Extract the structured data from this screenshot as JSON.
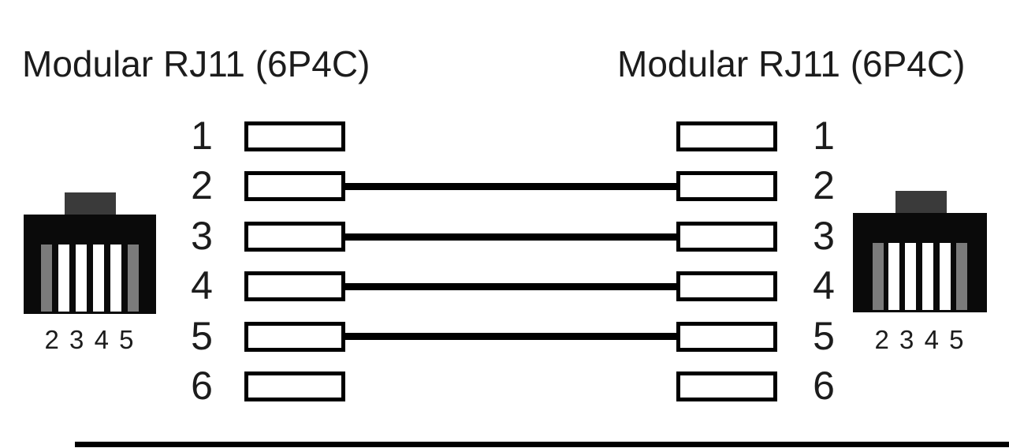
{
  "left_connector": {
    "title": "Modular RJ11 (6P4C)",
    "pin_numbers": [
      "1",
      "2",
      "3",
      "4",
      "5",
      "6"
    ],
    "contact_label": "2 3 4 5"
  },
  "right_connector": {
    "title": "Modular RJ11 (6P4C)",
    "pin_numbers": [
      "1",
      "2",
      "3",
      "4",
      "5",
      "6"
    ],
    "contact_label": "2 3 4 5"
  },
  "connections": [
    {
      "from_pin": "2",
      "to_pin": "2"
    },
    {
      "from_pin": "3",
      "to_pin": "3"
    },
    {
      "from_pin": "4",
      "to_pin": "4"
    },
    {
      "from_pin": "5",
      "to_pin": "5"
    }
  ],
  "colors": {
    "ink": "#1c1c1c",
    "wire": "#000000",
    "pin_box_border": "#000000",
    "pin_box_fill": "#ffffff",
    "connector_body": "#0a0a0a",
    "connector_tab": "#3a3a3a",
    "slot_outer": "#7b7b7b",
    "slot_inner": "#ffffff",
    "background": "#ffffff"
  }
}
